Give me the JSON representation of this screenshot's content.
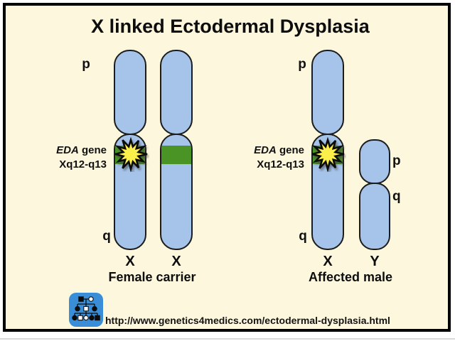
{
  "title": "X linked Ectodermal Dysplasia",
  "colors": {
    "background": "#fcf7dd",
    "frame_border": "#000000",
    "chromosome_fill": "#a6c4e9",
    "chromosome_outline": "#1c1c1c",
    "gene_band": "#4a9426",
    "starburst_fill": "#fdef4a",
    "logo_blue": "#3a8ed8"
  },
  "left_group": {
    "p_label": "p",
    "q_label": "q",
    "gene": {
      "italic": "EDA",
      "rest": "gene"
    },
    "locus": "Xq12-q13",
    "chromosomes": [
      {
        "label": "X"
      },
      {
        "label": "X"
      }
    ],
    "caption": "Female carrier"
  },
  "right_group": {
    "x_p_label": "p",
    "x_q_label": "q",
    "y_p_label": "p",
    "y_q_label": "q",
    "gene": {
      "italic": "EDA",
      "rest": "gene"
    },
    "locus": "Xq12-q13",
    "chromosomes": [
      {
        "label": "X"
      },
      {
        "label": "Y"
      }
    ],
    "caption": "Affected male"
  },
  "footer": {
    "url": "http://www.genetics4medics.com/ectodermal-dysplasia.html"
  },
  "icons": {
    "starburst": "mutation-starburst-icon",
    "logo": "genetics4medics-pedigree-logo"
  }
}
